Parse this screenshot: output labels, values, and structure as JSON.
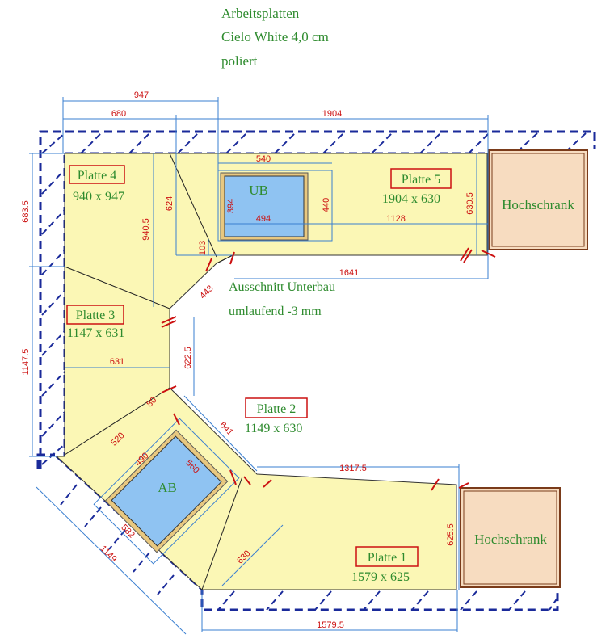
{
  "header": {
    "line1": "Arbeitsplatten",
    "line2": "Cielo White 4,0 cm",
    "line3": "poliert"
  },
  "plates": {
    "p1": {
      "name": "Platte 1",
      "size": "1579 x 625"
    },
    "p2": {
      "name": "Platte 2",
      "size": "1149 x 630"
    },
    "p3": {
      "name": "Platte 3",
      "size": "1147 x 631"
    },
    "p4": {
      "name": "Platte 4",
      "size": "940 x 947"
    },
    "p5": {
      "name": "Platte 5",
      "size": "1904 x 630"
    }
  },
  "cutouts": {
    "ub": "UB",
    "ab": "AB"
  },
  "tall_units": {
    "top": "Hochschrank",
    "bottom": "Hochschrank"
  },
  "note": {
    "line1": "Ausschnitt Unterbau",
    "line2": "umlaufend -3 mm"
  },
  "dimensions": {
    "d947": "947",
    "d680": "680",
    "d1904": "1904",
    "d540": "540",
    "d683_5": "683.5",
    "d940_5": "940.5",
    "d624": "624",
    "d394": "394",
    "d440": "440",
    "d494": "494",
    "d1128": "1128",
    "d630_5": "630.5",
    "d103": "103",
    "d1641": "1641",
    "d443": "443",
    "d1147_5": "1147.5",
    "d631": "631",
    "d622_5": "622.5",
    "d80": "80",
    "d641": "641",
    "d520": "520",
    "d490": "490",
    "d560": "560",
    "d582": "582",
    "d1149": "1149",
    "d630": "630",
    "d1317_5": "1317.5",
    "d625_5": "625.5",
    "d1579_5": "1579.5"
  },
  "colors": {
    "counter": "#fbf7b5",
    "sink": "#8fc3f2",
    "tall": "#f7dcc0",
    "dims": "#cc1111",
    "text": "#2e8b2e",
    "dash": "#1a2a9a",
    "guide": "#3a7fd0"
  }
}
